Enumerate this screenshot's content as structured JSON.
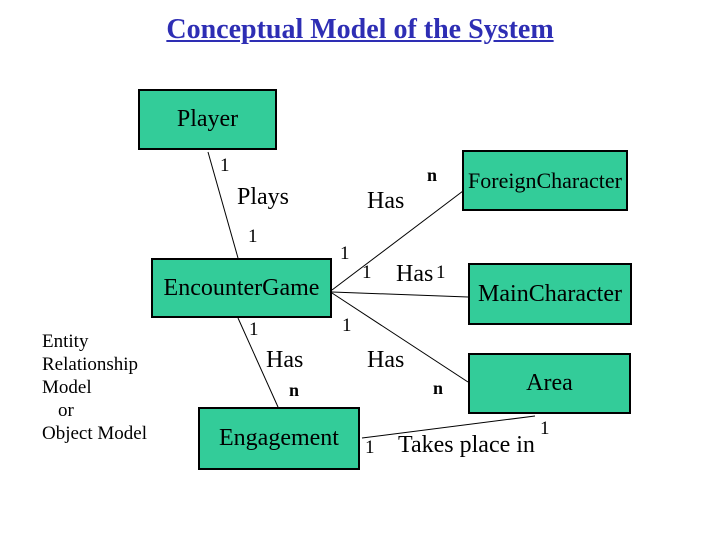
{
  "title": "Conceptual Model of the System",
  "colors": {
    "box_fill": "#33cc99",
    "box_border": "#000000",
    "title_text": "#2e2eb4",
    "connector": "#000000"
  },
  "entities": {
    "player": {
      "label": "Player"
    },
    "foreign_character": {
      "label": "ForeignCharacter"
    },
    "encounter_game": {
      "label": "EncounterGame"
    },
    "main_character": {
      "label": "MainCharacter"
    },
    "engagement": {
      "label": "Engagement"
    },
    "area": {
      "label": "Area"
    }
  },
  "relationships": {
    "plays": {
      "label": "Plays",
      "from": "Player",
      "to": "EncounterGame",
      "cardinality_from": "1",
      "cardinality_to": "1"
    },
    "has_foreign_character": {
      "label": "Has",
      "from": "EncounterGame",
      "to": "ForeignCharacter",
      "cardinality_from": "1",
      "cardinality_to": "n"
    },
    "has_main_character": {
      "label": "Has",
      "from": "EncounterGame",
      "to": "MainCharacter",
      "cardinality_from": "1",
      "cardinality_to": "1"
    },
    "has_engagement": {
      "label": "Has",
      "from": "EncounterGame",
      "to": "Engagement",
      "cardinality_from": "1",
      "cardinality_to": "n"
    },
    "has_area": {
      "label": "Has",
      "from": "EncounterGame",
      "to": "Area",
      "cardinality_from": "1",
      "cardinality_to": "n"
    },
    "takes_place_in": {
      "label": "Takes place in",
      "from": "Engagement",
      "to": "Area",
      "cardinality_from": "1",
      "cardinality_to": "1"
    }
  },
  "side_note": {
    "lines": [
      "Entity",
      "Relationship",
      "Model",
      "or",
      "Object Model"
    ]
  }
}
